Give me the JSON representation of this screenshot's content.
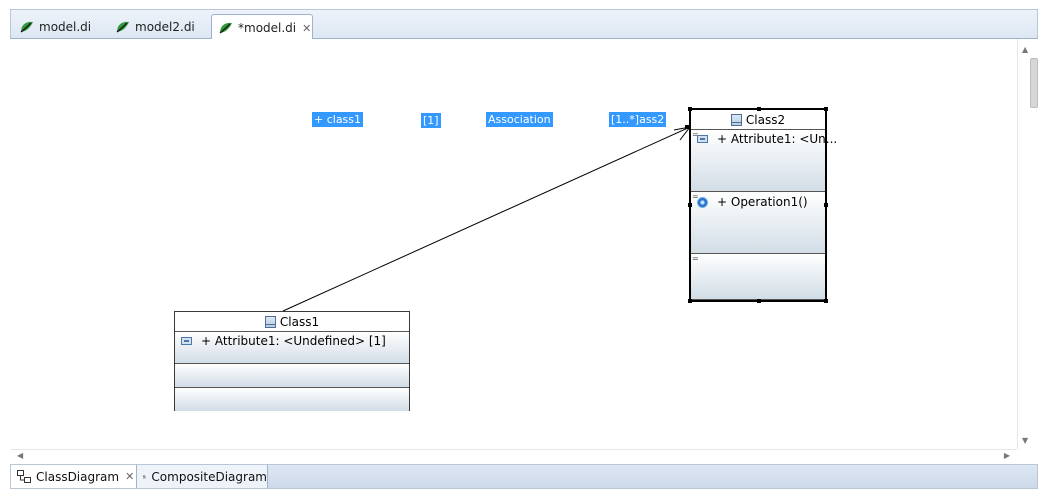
{
  "editor_tabs": [
    {
      "label": "model.di",
      "active": false
    },
    {
      "label": "model2.di",
      "active": false
    },
    {
      "label": "*model.di",
      "active": true,
      "closable": true
    }
  ],
  "association": {
    "labels": {
      "source_role": "+ class1",
      "source_multiplicity": "[1]",
      "name": "Association",
      "target_label": "[1..*]ass2"
    }
  },
  "classes": [
    {
      "name": "Class2",
      "selected": true,
      "attributes": [
        "+ Attribute1: <Un..."
      ],
      "operations": [
        "+ Operation1()"
      ]
    },
    {
      "name": "Class1",
      "selected": false,
      "attributes": [
        "+ Attribute1: <Undefined> [1]"
      ],
      "operations": []
    }
  ],
  "diagram_tabs": [
    {
      "label": "ClassDiagram",
      "active": true,
      "icon": "class-diagram-icon",
      "closable": true
    },
    {
      "label": "CompositeDiagram",
      "active": false,
      "icon": "composite-diagram-icon"
    }
  ],
  "colors": {
    "selection": "#3399ff",
    "tab_gradient_top": "#eef3fa",
    "compartment_bottom": "#d2dde6"
  }
}
